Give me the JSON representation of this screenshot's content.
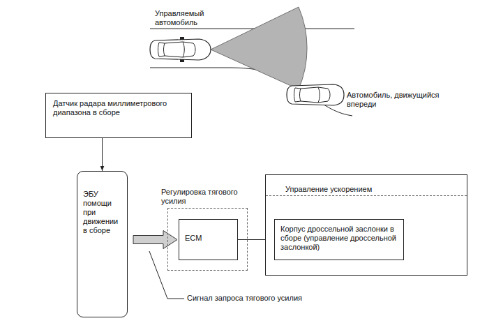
{
  "diagram": {
    "nodes": [
      {
        "text": [
          "Датчик радара миллиметрового диапазона в сборе"
        ]
      },
      {
        "text": [
          "ЭБУ помощи при движении в сборе"
        ]
      },
      {
        "text": [
          "Регулировка тягового усилия"
        ]
      },
      {
        "text": [
          "ECM"
        ],
        "in": 2
      },
      {
        "text": [
          "Управление ускорением"
        ]
      },
      {
        "text": [
          "Корпус дроссельной заслонки в сборе (управление дроссельной заслонкой)"
        ],
        "in": 4
      }
    ],
    "edges": [
      {
        "from": 0,
        "to": 1,
        "arrow": "to"
      },
      {
        "from": 1,
        "to": 3,
        "arrow": "to"
      },
      {
        "from": 3,
        "to": 5,
        "arrow": "to"
      }
    ],
    "labels": [
      "Управляемый автомобиль",
      "Автомобиль, движущийся впереди",
      "Сигнал запроса тягового усилия"
    ]
  }
}
